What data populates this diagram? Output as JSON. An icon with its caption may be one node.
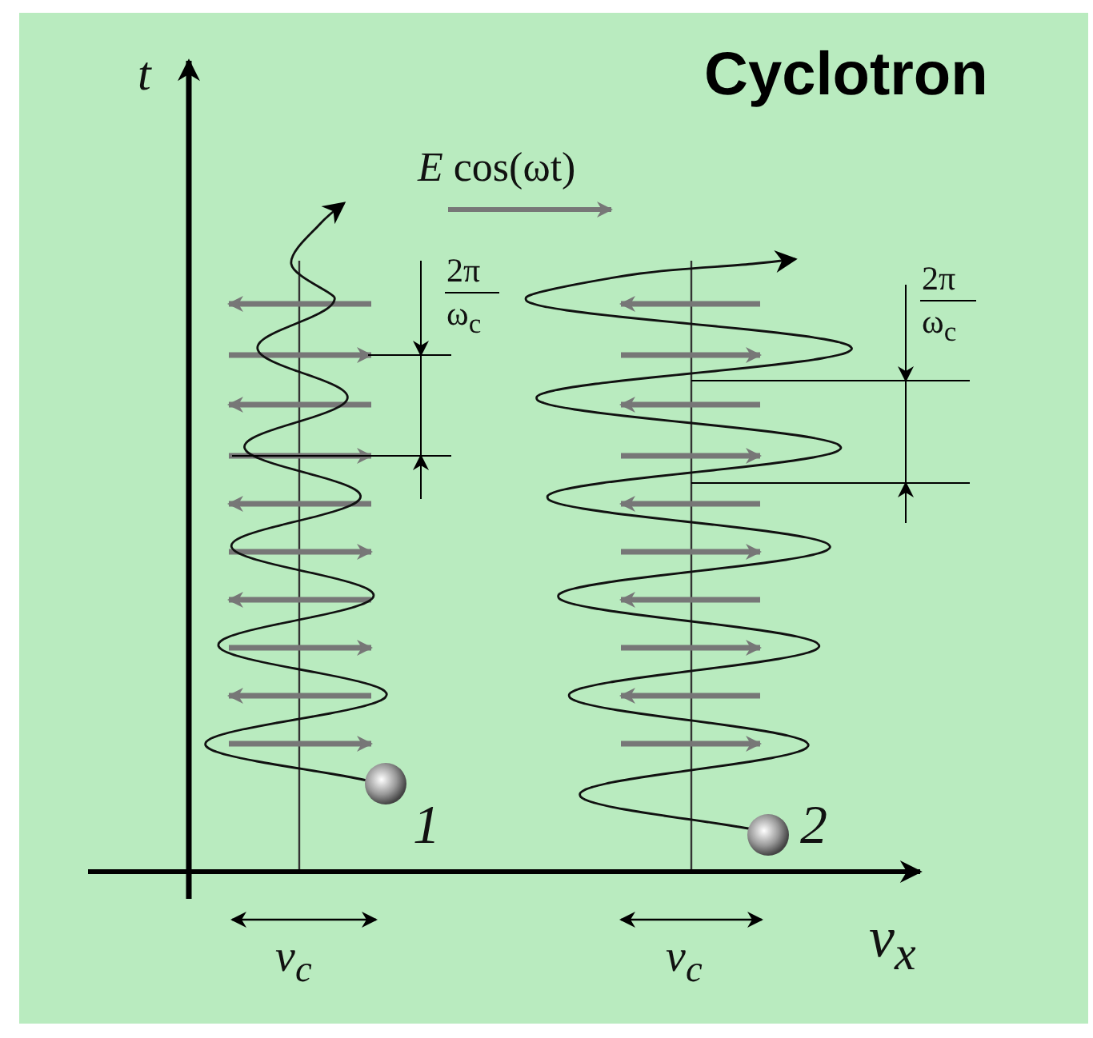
{
  "diagram": {
    "title": "Cyclotron",
    "labels": [
      "t",
      "*E* cos(ωt)",
      "2π",
      "ω$_{c}$",
      "2π",
      "ω$_{c}$",
      "1",
      "2",
      "v$_{c}$",
      "v$_{c}$",
      "v$_{x}$"
    ]
  }
}
